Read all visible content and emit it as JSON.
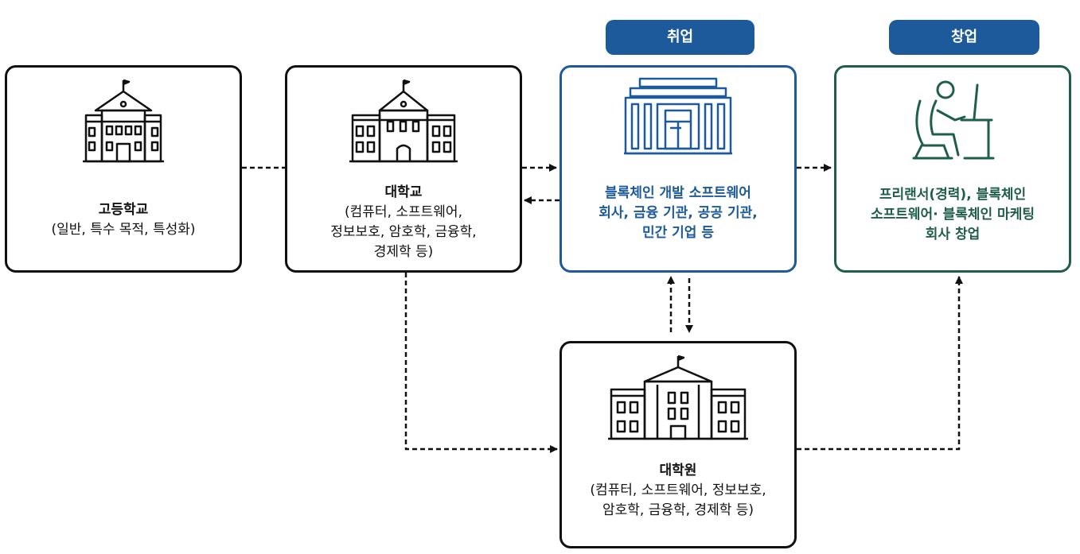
{
  "tags": {
    "employment": "취업",
    "startup": "창업"
  },
  "boxes": {
    "high_school": {
      "title": "고등학교",
      "sub": "(일반, 특수 목적, 특성화)"
    },
    "university": {
      "title": "대학교",
      "sub": "(컴퓨터, 소프트웨어,\n정보보호, 암호학, 금융학,\n경제학 등)"
    },
    "employment": {
      "text": "블록체인 개발 소프트웨어\n회사, 금융 기관, 공공 기관,\n민간 기업 등"
    },
    "startup": {
      "text": "프리랜서(경력), 블록체인\n소프트웨어· 블록체인 마케팅\n회사 창업"
    },
    "grad_school": {
      "title": "대학원",
      "sub": "(컴퓨터, 소프트웨어, 정보보호,\n암호학, 금융학, 경제학 등)"
    }
  },
  "icons": {
    "high_school": "school-building-icon",
    "university": "university-building-icon",
    "employment": "office-building-icon",
    "startup": "freelancer-at-desk-icon",
    "grad_school": "graduate-school-building-icon"
  },
  "colors": {
    "employment_accent": "#1d5a9c",
    "startup_accent": "#1e5e4a",
    "tag_background": "#1d5a9c",
    "line": "#111111"
  }
}
